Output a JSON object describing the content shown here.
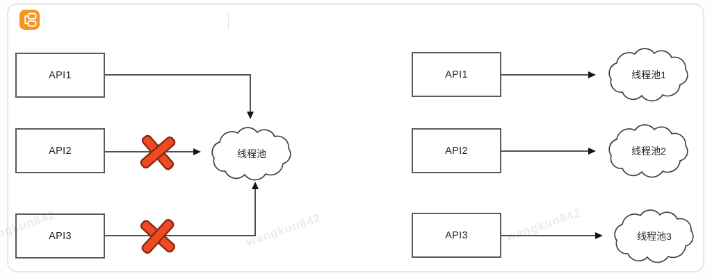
{
  "toolbar": {
    "logo_icon": "flowchart-logo-icon",
    "logo_color": "#f7941d"
  },
  "watermark": {
    "text": "wangkun842"
  },
  "colors": {
    "shape_stroke": "#595959",
    "connector": "#3a3a3a",
    "x_mark_fill": "#f14a23",
    "x_mark_stroke": "#86290f",
    "panel_border": "#e6e6e6"
  },
  "diagram": {
    "shared_pool": {
      "apis": [
        "API1",
        "API2",
        "API3"
      ],
      "pool": "线程池",
      "blocked_connections": [
        "API2",
        "API3"
      ]
    },
    "dedicated_pools": {
      "apis": [
        "API1",
        "API2",
        "API3"
      ],
      "pools": [
        "线程池1",
        "线程池2",
        "线程池3"
      ]
    }
  }
}
